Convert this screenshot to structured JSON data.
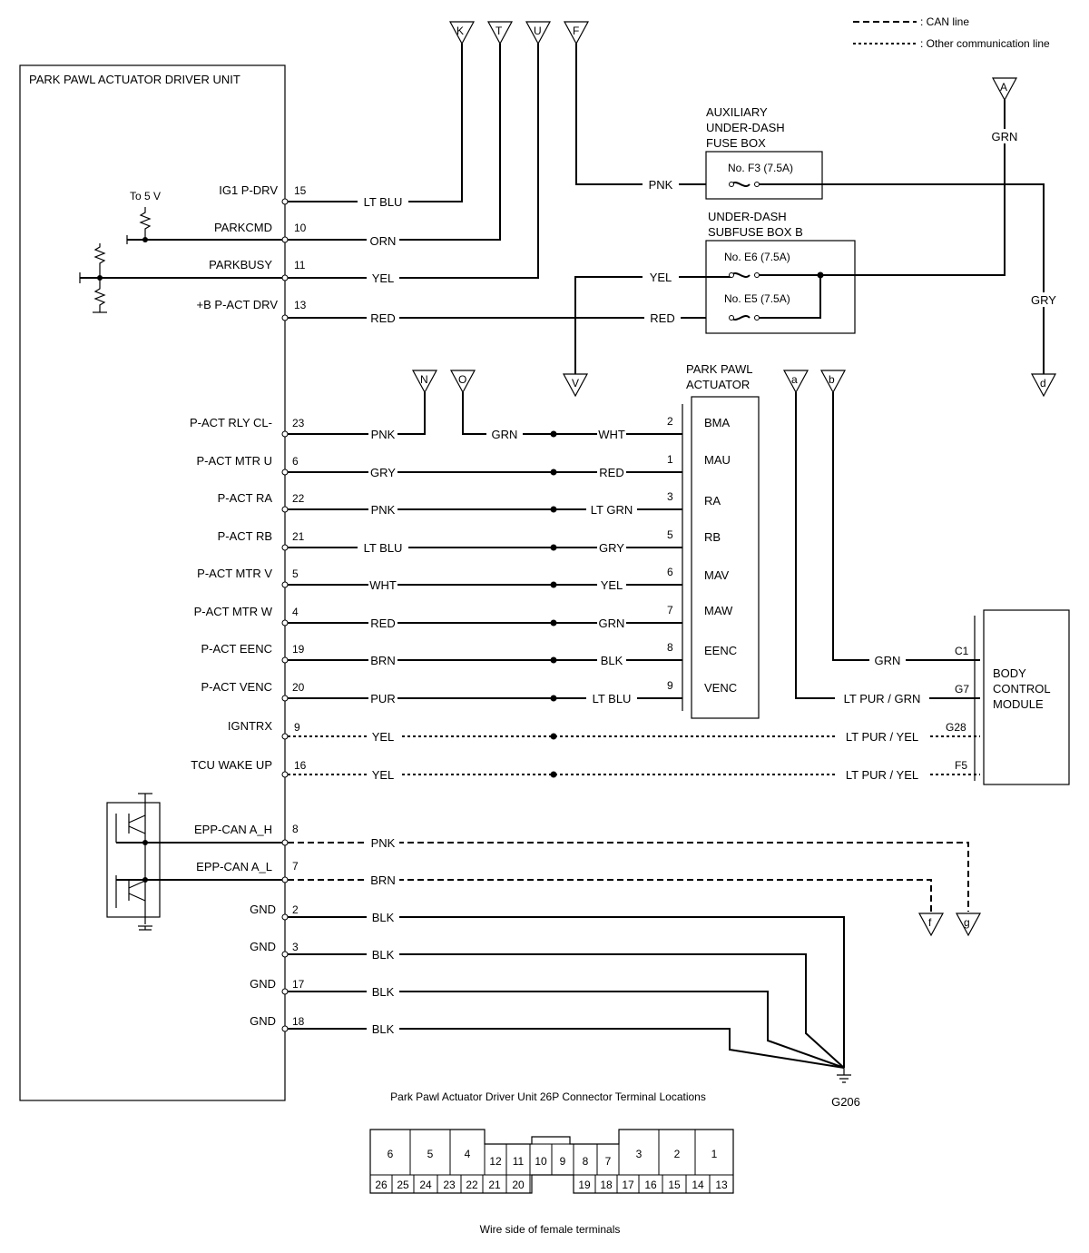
{
  "legend": {
    "can": ": CAN line",
    "other": ": Other communication line"
  },
  "unit": {
    "title": "PARK PAWL ACTUATOR DRIVER UNIT",
    "to5v": "To 5 V"
  },
  "pins": [
    {
      "name": "IG1 P-DRV",
      "num": "15",
      "wire": "LT BLU"
    },
    {
      "name": "PARKCMD",
      "num": "10",
      "wire": "ORN"
    },
    {
      "name": "PARKBUSY",
      "num": "11",
      "wire": "YEL"
    },
    {
      "name": "+B P-ACT DRV",
      "num": "13",
      "wire": "RED"
    },
    {
      "name": "P-ACT RLY CL-",
      "num": "23",
      "wire": "PNK"
    },
    {
      "name": "P-ACT MTR U",
      "num": "6",
      "wire": "GRY"
    },
    {
      "name": "P-ACT RA",
      "num": "22",
      "wire": "PNK"
    },
    {
      "name": "P-ACT RB",
      "num": "21",
      "wire": "LT BLU"
    },
    {
      "name": "P-ACT MTR V",
      "num": "5",
      "wire": "WHT"
    },
    {
      "name": "P-ACT MTR W",
      "num": "4",
      "wire": "RED"
    },
    {
      "name": "P-ACT EENC",
      "num": "19",
      "wire": "BRN"
    },
    {
      "name": "P-ACT VENC",
      "num": "20",
      "wire": "PUR"
    },
    {
      "name": "IGNTRX",
      "num": "9",
      "wire": "YEL"
    },
    {
      "name": "TCU WAKE UP",
      "num": "16",
      "wire": "YEL"
    },
    {
      "name": "EPP-CAN A_H",
      "num": "8",
      "wire": "PNK"
    },
    {
      "name": "EPP-CAN A_L",
      "num": "7",
      "wire": "BRN"
    },
    {
      "name": "GND",
      "num": "2",
      "wire": "BLK"
    },
    {
      "name": "GND",
      "num": "3",
      "wire": "BLK"
    },
    {
      "name": "GND",
      "num": "17",
      "wire": "BLK"
    },
    {
      "name": "GND",
      "num": "18",
      "wire": "BLK"
    }
  ],
  "connectors": {
    "K": "K",
    "T": "T",
    "U": "U",
    "F": "F",
    "A": "A",
    "N": "N",
    "O": "O",
    "V": "V",
    "a": "a",
    "b": "b",
    "d": "d",
    "f": "f",
    "g": "g"
  },
  "aux_fuse": {
    "title1": "AUXILIARY",
    "title2": "UNDER-DASH",
    "title3": "FUSE BOX",
    "fuse": "No. F3 (7.5A)",
    "wire_in": "PNK"
  },
  "sub_fuse": {
    "title1": "UNDER-DASH",
    "title2": "SUBFUSE BOX B",
    "fuse1": "No. E6 (7.5A)",
    "fuse2": "No. E5 (7.5A)",
    "wire_yel": "YEL",
    "wire_red": "RED"
  },
  "wires": {
    "a_grn": "GRN",
    "d_gry": "GRY",
    "o_grn": "GRN"
  },
  "actuator": {
    "title1": "PARK PAWL",
    "title2": "ACTUATOR",
    "pins": [
      {
        "num": "2",
        "name": "BMA",
        "wire": "WHT"
      },
      {
        "num": "1",
        "name": "MAU",
        "wire": "RED"
      },
      {
        "num": "3",
        "name": "RA",
        "wire": "LT GRN"
      },
      {
        "num": "5",
        "name": "RB",
        "wire": "GRY"
      },
      {
        "num": "6",
        "name": "MAV",
        "wire": "YEL"
      },
      {
        "num": "7",
        "name": "MAW",
        "wire": "GRN"
      },
      {
        "num": "8",
        "name": "EENC",
        "wire": "BLK"
      },
      {
        "num": "9",
        "name": "VENC",
        "wire": "LT BLU"
      }
    ]
  },
  "bcm": {
    "title1": "BODY",
    "title2": "CONTROL",
    "title3": "MODULE",
    "pins": [
      {
        "num": "C1",
        "wire": "GRN"
      },
      {
        "num": "G7",
        "wire": "LT PUR / GRN"
      },
      {
        "num": "G28",
        "wire": "LT PUR / YEL"
      },
      {
        "num": "F5",
        "wire": "LT PUR / YEL"
      }
    ]
  },
  "ground": "G206",
  "terminal": {
    "caption": "Park Pawl Actuator Driver Unit 26P Connector Terminal Locations",
    "note": "Wire side of female terminals",
    "top": [
      "6",
      "5",
      "4",
      "12",
      "11",
      "10",
      "9",
      "8",
      "7",
      "3",
      "2",
      "1"
    ],
    "bottom": [
      "26",
      "25",
      "24",
      "23",
      "22",
      "21",
      "20",
      "19",
      "18",
      "17",
      "16",
      "15",
      "14",
      "13"
    ]
  }
}
